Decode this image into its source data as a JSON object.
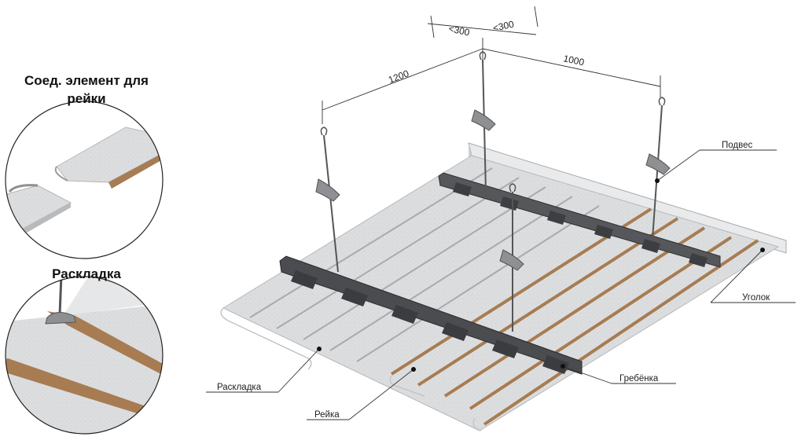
{
  "insets": {
    "connector_title": "Соед. элемент для рейки",
    "layout_title": "Раскладка"
  },
  "dimensions": {
    "left_offset": "<300",
    "right_offset": "<300",
    "span_left": "1200",
    "span_right": "1000"
  },
  "callouts": {
    "hanger": "Подвес",
    "angle": "Уголок",
    "comb": "Гребёнка",
    "layout": "Раскладка",
    "rail": "Рейка"
  },
  "colors": {
    "panel": "#d9dadb",
    "panel_edge": "#b7b8ba",
    "wood": "#a77c52",
    "comb": "#4a4c50",
    "line": "#333333"
  }
}
